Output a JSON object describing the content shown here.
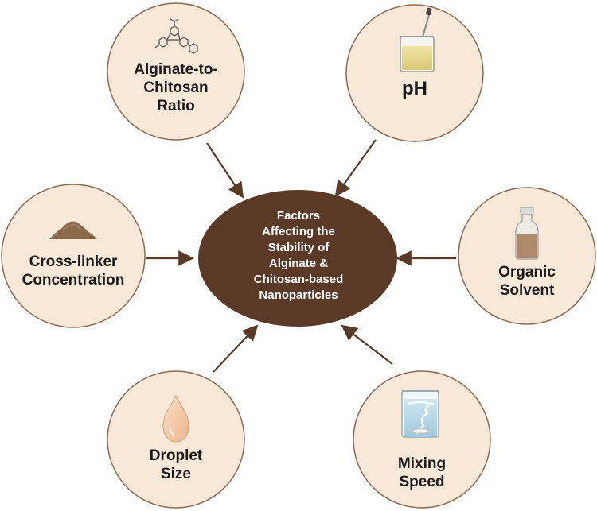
{
  "center": {
    "lines": [
      "Factors",
      "Affecting the",
      "Stability of",
      "Alginate &",
      "Chitosan-based",
      "Nanoparticles"
    ]
  },
  "factors": {
    "ratio": {
      "lines": [
        "Alginate-to-",
        "Chitosan",
        "Ratio"
      ],
      "icon": "molecule-icon"
    },
    "ph": {
      "lines": [
        "pH"
      ],
      "icon": "beaker-dropper-icon"
    },
    "crosslinker": {
      "lines": [
        "Cross-linker",
        "Concentration"
      ],
      "icon": "powder-pile-icon"
    },
    "solvent": {
      "lines": [
        "Organic",
        "Solvent"
      ],
      "icon": "solvent-bottle-icon"
    },
    "droplet": {
      "lines": [
        "Droplet",
        "Size"
      ],
      "icon": "droplet-icon"
    },
    "mixing": {
      "lines": [
        "Mixing",
        "Speed"
      ],
      "icon": "vortex-beaker-icon"
    }
  },
  "colors": {
    "circle_fill": "#f8e8d8",
    "circle_stroke": "#8a6a50",
    "center_fill": "#5a3a27",
    "arrow": "#5a3a27"
  }
}
